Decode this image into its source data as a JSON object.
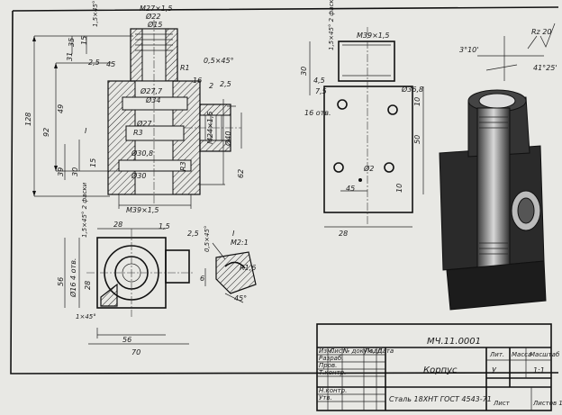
{
  "title_block": {
    "drawing_number": "МЧ.11.0001",
    "part_name": "Корпус",
    "material": "Сталь 18ХНТ ГОСТ 4543-71",
    "scale": "1:1",
    "sheet": "Лист",
    "sheets": "Листов 1",
    "designation_letter": "У",
    "headers": [
      "Изм.",
      "Лист",
      "№ докум.",
      "Подп.",
      "Дата"
    ],
    "labels": {
      "developed": "Разраб.",
      "checked": "Пров.",
      "tcontrol": "Т.контр.",
      "ncontrol": "Н.контр.",
      "approved": "Утв."
    },
    "col_headers": [
      "Лит.",
      "Масса",
      "Масштаб"
    ]
  },
  "dims_main": [
    "М27×1,5",
    "Ø22",
    "Ø15",
    "1,5×45° 2 фаски",
    "35",
    "15",
    "31",
    "2,5",
    "45",
    "128",
    "49",
    "92",
    "39",
    "30",
    "15",
    "R1",
    "0,5×45°",
    "16",
    "2",
    "2,5",
    "Ø27,7",
    "Ø34",
    "Ø27",
    "R3",
    "Ø30,8",
    "Ø30",
    "Ø40",
    "62",
    "М24×1,5",
    "R3",
    "М39×1,5",
    "I"
  ],
  "dims_side": [
    "1,5×45° 2 фаски",
    "М39×1,5",
    "30",
    "4,5",
    "7,5",
    "Ø36,8",
    "10",
    "16 отв.",
    "50",
    "Ø2",
    "10",
    "45",
    "28"
  ],
  "dims_bottom": [
    "1,5×45° 2 фаски",
    "28",
    "1,5",
    "2,5",
    "56",
    "Ø16 4 отв.",
    "28",
    "1×45°",
    "56",
    "70"
  ],
  "detail": {
    "label": "I",
    "scale": "М2:1",
    "chamfer": "0,5×45°",
    "radius": "R1,6",
    "angle": "45°",
    "dim": "6"
  },
  "roughness": {
    "value": "Rz 20",
    "angle1": "3°10'",
    "angle2": "41°25'"
  }
}
